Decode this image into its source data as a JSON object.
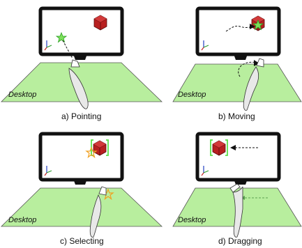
{
  "figure": {
    "desk_label": "Desktop",
    "panels": [
      {
        "id": "a",
        "caption": "a) Pointing"
      },
      {
        "id": "b",
        "caption": "b) Moving"
      },
      {
        "id": "c",
        "caption": "c) Selecting"
      },
      {
        "id": "d",
        "caption": "d) Dragging"
      }
    ],
    "colors": {
      "desk_fill": "#b8ee9e",
      "cube_red": "#b82020",
      "cursor_green": "#5be04a",
      "select_orange": "#f0a020",
      "monitor": "#111111"
    }
  }
}
